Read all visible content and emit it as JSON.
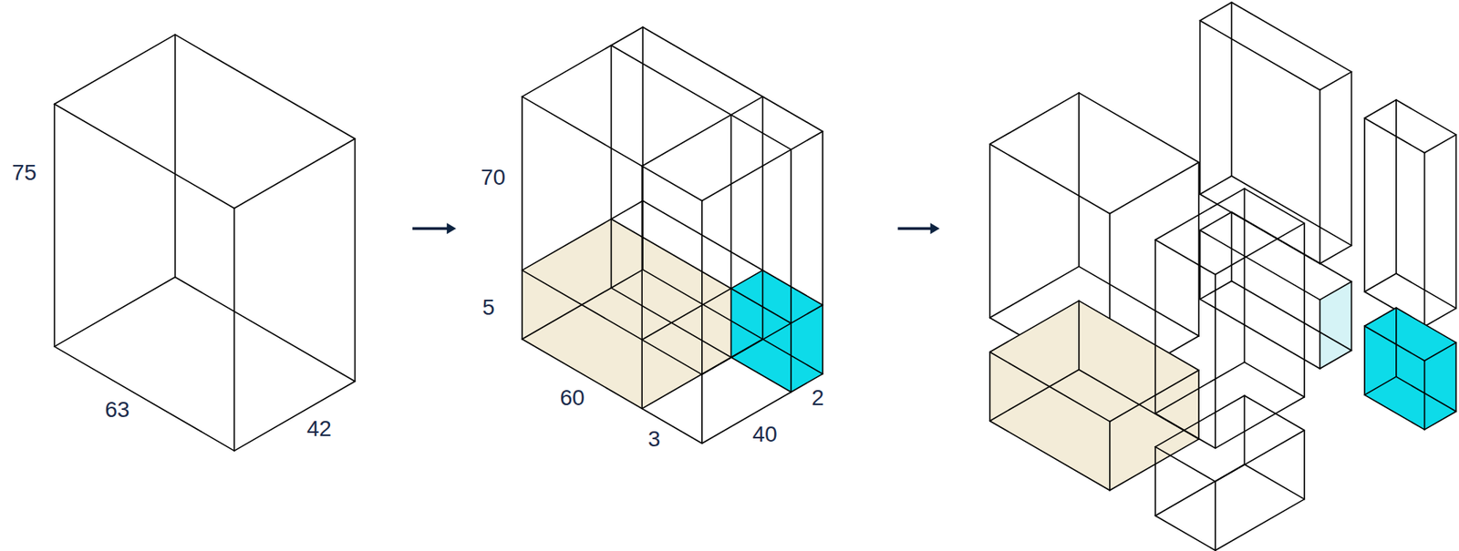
{
  "diagram": {
    "labels": [
      "75",
      "63",
      "42",
      "70",
      "5",
      "60",
      "3",
      "40",
      "2"
    ]
  }
}
